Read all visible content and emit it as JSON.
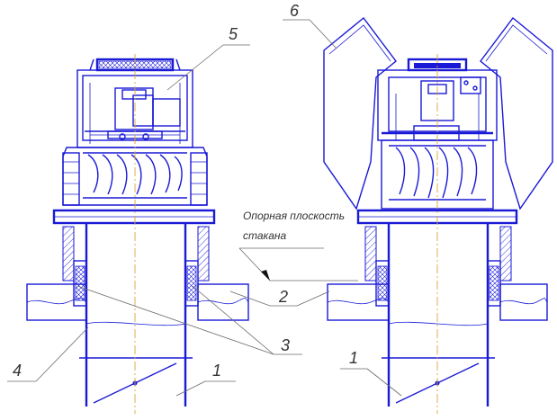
{
  "labels": {
    "callout_1_left": "1",
    "callout_1_right": "1",
    "callout_2": "2",
    "callout_3": "3",
    "callout_4": "4",
    "callout_5": "5",
    "callout_6": "6"
  },
  "annotation": {
    "line1": "Опорная плоскость",
    "line2": "стакана"
  },
  "colors": {
    "drawing": "#1a1ad6",
    "leader": "#6a6a6a",
    "axis": "#d9a441"
  }
}
